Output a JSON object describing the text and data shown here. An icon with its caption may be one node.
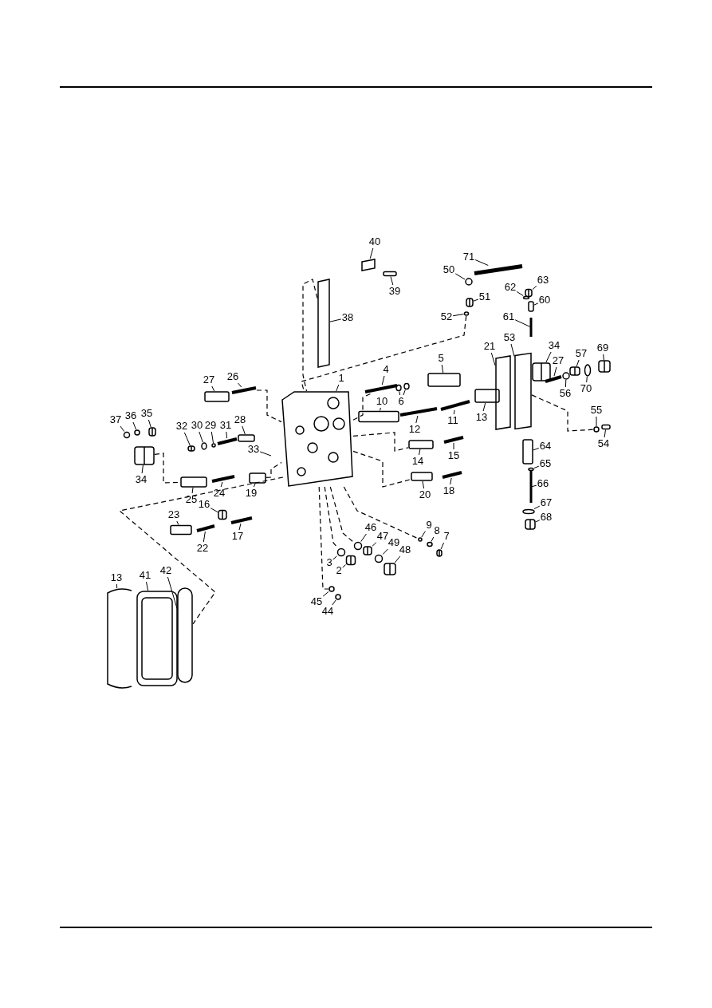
{
  "diagram": {
    "nodes": [
      {
        "text": [
          "40"
        ]
      },
      {
        "text": [
          "71"
        ]
      },
      {
        "text": [
          "50"
        ]
      },
      {
        "text": [
          "63"
        ]
      },
      {
        "text": [
          "39"
        ]
      },
      {
        "text": [
          "62"
        ]
      },
      {
        "text": [
          "60"
        ]
      },
      {
        "text": [
          "51"
        ]
      },
      {
        "text": [
          "52"
        ]
      },
      {
        "text": [
          "38"
        ]
      },
      {
        "text": [
          "61"
        ]
      },
      {
        "text": [
          "53"
        ]
      },
      {
        "text": [
          "21"
        ]
      },
      {
        "text": [
          "34"
        ]
      },
      {
        "text": [
          "57"
        ]
      },
      {
        "text": [
          "69"
        ]
      },
      {
        "text": [
          "4"
        ]
      },
      {
        "text": [
          "5"
        ]
      },
      {
        "text": [
          "27"
        ]
      },
      {
        "text": [
          "26"
        ]
      },
      {
        "text": [
          "1"
        ]
      },
      {
        "text": [
          "27"
        ]
      },
      {
        "text": [
          "6"
        ]
      },
      {
        "text": [
          "56"
        ]
      },
      {
        "text": [
          "70"
        ]
      },
      {
        "text": [
          "10"
        ]
      },
      {
        "text": [
          "37"
        ]
      },
      {
        "text": [
          "36"
        ]
      },
      {
        "text": [
          "35"
        ]
      },
      {
        "text": [
          "32"
        ]
      },
      {
        "text": [
          "30"
        ]
      },
      {
        "text": [
          "29"
        ]
      },
      {
        "text": [
          "31"
        ]
      },
      {
        "text": [
          "28"
        ]
      },
      {
        "text": [
          "11"
        ]
      },
      {
        "text": [
          "12"
        ]
      },
      {
        "text": [
          "13"
        ]
      },
      {
        "text": [
          "55"
        ]
      },
      {
        "text": [
          "54"
        ]
      },
      {
        "text": [
          "33"
        ]
      },
      {
        "text": [
          "14"
        ]
      },
      {
        "text": [
          "15"
        ]
      },
      {
        "text": [
          "34"
        ]
      },
      {
        "text": [
          "64"
        ]
      },
      {
        "text": [
          "65"
        ]
      },
      {
        "text": [
          "66"
        ]
      },
      {
        "text": [
          "25"
        ]
      },
      {
        "text": [
          "24"
        ]
      },
      {
        "text": [
          "19"
        ]
      },
      {
        "text": [
          "16"
        ]
      },
      {
        "text": [
          "20"
        ]
      },
      {
        "text": [
          "18"
        ]
      },
      {
        "text": [
          "23"
        ]
      },
      {
        "text": [
          "22"
        ]
      },
      {
        "text": [
          "17"
        ]
      },
      {
        "text": [
          "67"
        ]
      },
      {
        "text": [
          "68"
        ]
      },
      {
        "text": [
          "46"
        ]
      },
      {
        "text": [
          "9"
        ]
      },
      {
        "text": [
          "8"
        ]
      },
      {
        "text": [
          "47"
        ]
      },
      {
        "text": [
          "49"
        ]
      },
      {
        "text": [
          "7"
        ]
      },
      {
        "text": [
          "48"
        ]
      },
      {
        "text": [
          "3"
        ]
      },
      {
        "text": [
          "2"
        ]
      },
      {
        "text": [
          "13"
        ]
      },
      {
        "text": [
          "41"
        ]
      },
      {
        "text": [
          "42"
        ]
      },
      {
        "text": [
          "45"
        ]
      },
      {
        "text": [
          "44"
        ]
      },
      {
        "text": [],
        "shape": "box"
      },
      {
        "text": [],
        "shape": "bar"
      },
      {
        "text": [],
        "shape": "circle"
      },
      {
        "text": [],
        "shape": "box"
      },
      {
        "text": [],
        "shape": "box"
      },
      {
        "text": [],
        "shape": "circle"
      },
      {
        "text": [],
        "shape": "box"
      },
      {
        "text": [],
        "shape": "box"
      },
      {
        "text": [],
        "shape": "circle"
      },
      {
        "text": [],
        "shape": "box"
      },
      {
        "text": [],
        "shape": "bar"
      },
      {
        "text": [],
        "shape": "box"
      },
      {
        "text": [],
        "shape": "box"
      },
      {
        "text": [],
        "shape": "box"
      },
      {
        "text": [],
        "shape": "box"
      },
      {
        "text": [],
        "shape": "box"
      },
      {
        "text": [],
        "shape": "bar"
      },
      {
        "text": [],
        "shape": "box"
      },
      {
        "text": [],
        "shape": "box"
      },
      {
        "text": [],
        "shape": "bar"
      },
      {
        "text": [],
        "shape": "picture"
      },
      {
        "text": [],
        "shape": "bar"
      },
      {
        "text": [],
        "shape": "circle"
      },
      {
        "text": [],
        "shape": "circle"
      },
      {
        "text": [],
        "shape": "circle"
      },
      {
        "text": [],
        "shape": "circle"
      },
      {
        "text": [],
        "shape": "box"
      },
      {
        "text": [],
        "shape": "circle"
      },
      {
        "text": [],
        "shape": "circle"
      },
      {
        "text": [],
        "shape": "box"
      },
      {
        "text": [],
        "shape": "box"
      },
      {
        "text": [],
        "shape": "circle"
      },
      {
        "text": [],
        "shape": "circle"
      },
      {
        "text": [],
        "shape": "bar"
      },
      {
        "text": [],
        "shape": "box"
      },
      {
        "text": [],
        "shape": "bar"
      },
      {
        "text": [],
        "shape": "bar"
      },
      {
        "text": [],
        "shape": "box"
      },
      {
        "text": [],
        "shape": "circle"
      },
      {
        "text": [],
        "shape": "box"
      },
      {
        "text": [],
        "shape": "box"
      },
      {
        "text": [],
        "shape": "bar"
      },
      {
        "text": [],
        "shape": "box"
      },
      {
        "text": [],
        "shape": "box"
      },
      {
        "text": [],
        "shape": "circle"
      },
      {
        "text": [],
        "shape": "bar"
      },
      {
        "text": [],
        "shape": "box"
      },
      {
        "text": [],
        "shape": "bar"
      },
      {
        "text": [],
        "shape": "box"
      },
      {
        "text": [],
        "shape": "box"
      },
      {
        "text": [],
        "shape": "box"
      },
      {
        "text": [],
        "shape": "bar"
      },
      {
        "text": [],
        "shape": "box"
      },
      {
        "text": [],
        "shape": "bar"
      },
      {
        "text": [],
        "shape": "bar"
      },
      {
        "text": [],
        "shape": "circle"
      },
      {
        "text": [],
        "shape": "box"
      },
      {
        "text": [],
        "shape": "circle"
      },
      {
        "text": [],
        "shape": "circle"
      },
      {
        "text": [],
        "shape": "circle"
      },
      {
        "text": [],
        "shape": "box"
      },
      {
        "text": [],
        "shape": "circle"
      },
      {
        "text": [],
        "shape": "box"
      },
      {
        "text": [],
        "shape": "box"
      },
      {
        "text": [],
        "shape": "circle"
      },
      {
        "text": [],
        "shape": "box"
      },
      {
        "text": [],
        "shape": "box"
      },
      {
        "text": [],
        "shape": "box"
      },
      {
        "text": [],
        "shape": "box"
      },
      {
        "text": [],
        "shape": "circle"
      },
      {
        "text": [],
        "shape": "circle"
      }
    ],
    "edges": [
      {
        "from": 0,
        "to": 71,
        "arrow": "none"
      },
      {
        "from": 1,
        "to": 72,
        "arrow": "none"
      },
      {
        "from": 2,
        "to": 73,
        "arrow": "none"
      },
      {
        "from": 3,
        "to": 74,
        "arrow": "none"
      },
      {
        "from": 4,
        "to": 75,
        "arrow": "none"
      },
      {
        "from": 5,
        "to": 76,
        "arrow": "none"
      },
      {
        "from": 6,
        "to": 77,
        "arrow": "none"
      },
      {
        "from": 7,
        "to": 78,
        "arrow": "none"
      },
      {
        "from": 8,
        "to": 79,
        "arrow": "none"
      },
      {
        "from": 9,
        "to": 80,
        "arrow": "none"
      },
      {
        "from": 10,
        "to": 81,
        "arrow": "none"
      },
      {
        "from": 11,
        "to": 82,
        "arrow": "none"
      },
      {
        "from": 12,
        "to": 83,
        "arrow": "none"
      },
      {
        "from": 13,
        "to": 84,
        "arrow": "none"
      },
      {
        "from": 14,
        "to": 85,
        "arrow": "none"
      },
      {
        "from": 15,
        "to": 86,
        "arrow": "none"
      },
      {
        "from": 16,
        "to": 87,
        "arrow": "none"
      },
      {
        "from": 17,
        "to": 88,
        "arrow": "none"
      },
      {
        "from": 18,
        "to": 89,
        "arrow": "none"
      },
      {
        "from": 19,
        "to": 90,
        "arrow": "none"
      },
      {
        "from": 20,
        "to": 91,
        "arrow": "none"
      },
      {
        "from": 21,
        "to": 92,
        "arrow": "none"
      },
      {
        "from": 22,
        "to": 93,
        "arrow": "none"
      },
      {
        "from": 22,
        "to": 94,
        "arrow": "none"
      },
      {
        "from": 23,
        "to": 95,
        "arrow": "none"
      },
      {
        "from": 24,
        "to": 96,
        "arrow": "none"
      },
      {
        "from": 25,
        "to": 97,
        "arrow": "none"
      },
      {
        "from": 26,
        "to": 98,
        "arrow": "none"
      },
      {
        "from": 27,
        "to": 99,
        "arrow": "none"
      },
      {
        "from": 28,
        "to": 100,
        "arrow": "none"
      },
      {
        "from": 29,
        "to": 101,
        "arrow": "none"
      },
      {
        "from": 30,
        "to": 102,
        "arrow": "none"
      },
      {
        "from": 31,
        "to": 103,
        "arrow": "none"
      },
      {
        "from": 32,
        "to": 104,
        "arrow": "none"
      },
      {
        "from": 33,
        "to": 105,
        "arrow": "none"
      },
      {
        "from": 34,
        "to": 106,
        "arrow": "none"
      },
      {
        "from": 35,
        "to": 107,
        "arrow": "none"
      },
      {
        "from": 36,
        "to": 108,
        "arrow": "none"
      },
      {
        "from": 37,
        "to": 109,
        "arrow": "none"
      },
      {
        "from": 38,
        "to": 110,
        "arrow": "none"
      },
      {
        "from": 39,
        "to": null,
        "arrow": "none"
      },
      {
        "from": 40,
        "to": 111,
        "arrow": "none"
      },
      {
        "from": 41,
        "to": 112,
        "arrow": "none"
      },
      {
        "from": 42,
        "to": 113,
        "arrow": "none"
      },
      {
        "from": 43,
        "to": 114,
        "arrow": "none"
      },
      {
        "from": 44,
        "to": 115,
        "arrow": "none"
      },
      {
        "from": 45,
        "to": 116,
        "arrow": "none"
      },
      {
        "from": 46,
        "to": 117,
        "arrow": "none"
      },
      {
        "from": 47,
        "to": 118,
        "arrow": "none"
      },
      {
        "from": 48,
        "to": 119,
        "arrow": "none"
      },
      {
        "from": 49,
        "to": 120,
        "arrow": "none"
      },
      {
        "from": 50,
        "to": 121,
        "arrow": "none"
      },
      {
        "from": 51,
        "to": 122,
        "arrow": "none"
      },
      {
        "from": 52,
        "to": 123,
        "arrow": "none"
      },
      {
        "from": 53,
        "to": 124,
        "arrow": "none"
      },
      {
        "from": 54,
        "to": 125,
        "arrow": "none"
      },
      {
        "from": 55,
        "to": 126,
        "arrow": "none"
      },
      {
        "from": 56,
        "to": 127,
        "arrow": "none"
      },
      {
        "from": 57,
        "to": 128,
        "arrow": "none"
      },
      {
        "from": 58,
        "to": 129,
        "arrow": "none"
      },
      {
        "from": 59,
        "to": 130,
        "arrow": "none"
      },
      {
        "from": 60,
        "to": 131,
        "arrow": "none"
      },
      {
        "from": 61,
        "to": 132,
        "arrow": "none"
      },
      {
        "from": 62,
        "to": 133,
        "arrow": "none"
      },
      {
        "from": 63,
        "to": 134,
        "arrow": "none"
      },
      {
        "from": 64,
        "to": 135,
        "arrow": "none"
      },
      {
        "from": 65,
        "to": 136,
        "arrow": "none"
      },
      {
        "from": 66,
        "to": 137,
        "arrow": "none"
      },
      {
        "from": 67,
        "to": 138,
        "arrow": "none"
      },
      {
        "from": 68,
        "to": 139,
        "arrow": "none"
      },
      {
        "from": 69,
        "to": 140,
        "arrow": "none"
      },
      {
        "from": 70,
        "to": 141,
        "arrow": "none"
      },
      {
        "from": 80,
        "to": 91,
        "arrow": "none",
        "style": "dashed"
      },
      {
        "from": 79,
        "to": 91,
        "arrow": "none",
        "style": "dashed"
      },
      {
        "from": 90,
        "to": 91,
        "arrow": "none",
        "style": "dashed"
      },
      {
        "from": 91,
        "to": 87,
        "arrow": "none",
        "style": "dashed"
      },
      {
        "from": 91,
        "to": 111,
        "arrow": "none",
        "style": "dashed"
      },
      {
        "from": 91,
        "to": 121,
        "arrow": "none",
        "style": "dashed"
      },
      {
        "from": 113,
        "to": 117,
        "arrow": "none",
        "style": "dashed"
      },
      {
        "from": 119,
        "to": 91,
        "arrow": "none",
        "style": "dashed"
      },
      {
        "from": 91,
        "to": 139,
        "arrow": "none",
        "style": "dashed"
      },
      {
        "from": 91,
        "to": 128,
        "arrow": "none",
        "style": "dashed"
      },
      {
        "from": 91,
        "to": 135,
        "arrow": "none",
        "style": "dashed"
      },
      {
        "from": 91,
        "to": 140,
        "arrow": "none",
        "style": "dashed"
      },
      {
        "from": 91,
        "to": 129,
        "arrow": "none",
        "style": "dashed"
      },
      {
        "from": 82,
        "to": 109,
        "arrow": "none",
        "style": "dashed"
      }
    ]
  }
}
